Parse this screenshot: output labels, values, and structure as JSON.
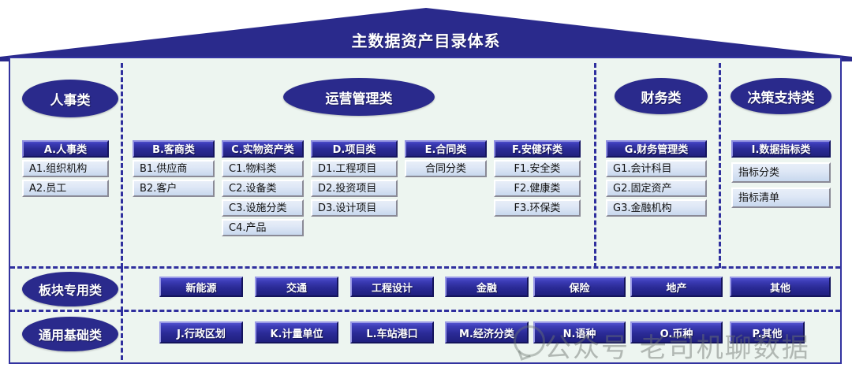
{
  "title": "主数据资产目录体系",
  "groups": [
    {
      "label": "人事类"
    },
    {
      "label": "运营管理类"
    },
    {
      "label": "财务类"
    },
    {
      "label": "决策支持类"
    }
  ],
  "columns": [
    {
      "header": "A.人事类",
      "items": [
        "A1.组织机构",
        "A2.员工"
      ]
    },
    {
      "header": "B.客商类",
      "items": [
        "B1.供应商",
        "B2.客户"
      ]
    },
    {
      "header": "C.实物资产类",
      "items": [
        "C1.物料类",
        "C2.设备类",
        "C3.设施分类",
        "C4.产品"
      ]
    },
    {
      "header": "D.项目类",
      "items": [
        "D1.工程项目",
        "D2.投资项目",
        "D3.设计项目"
      ]
    },
    {
      "header": "E.合同类",
      "items": [
        "合同分类"
      ]
    },
    {
      "header": "F.安健环类",
      "items": [
        "F1.安全类",
        "F2.健康类",
        "F3.环保类"
      ]
    },
    {
      "header": "G.财务管理类",
      "items": [
        "G1.会计科目",
        "G2.固定资产",
        "G3.金融机构"
      ]
    },
    {
      "header": "I.数据指标类",
      "items": [
        "指标分类",
        "指标清单"
      ]
    }
  ],
  "bands": [
    {
      "label": "板块专用类",
      "items": [
        "新能源",
        "交通",
        "工程设计",
        "金融",
        "保险",
        "地产",
        "其他"
      ]
    },
    {
      "label": "通用基础类",
      "items": [
        "J.行政区划",
        "K.计量单位",
        "L.车站港口",
        "M.经济分类",
        "N.语种",
        "O.币种",
        "P.其他"
      ]
    }
  ],
  "watermark": "公众号 老司机聊数据",
  "colors": {
    "deep_blue": "#2a2a8c",
    "panel_bg": "#edf5f0",
    "border_blue": "#3333a0",
    "leaf_bg": "#dfe8f6"
  }
}
